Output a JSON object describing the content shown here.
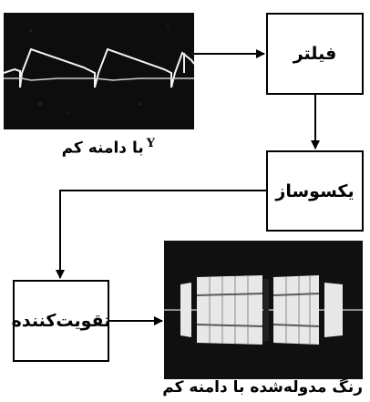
{
  "blocks": {
    "filter": "فیلتر",
    "demodulator": "یکسوساز",
    "amplifier": "تقویت‌کننده"
  },
  "captions": {
    "input_signal": "با دامنه کم",
    "input_signal_symbol": "Y",
    "output_signal": "رنگ مدوله‌شده با دامنه کم"
  }
}
